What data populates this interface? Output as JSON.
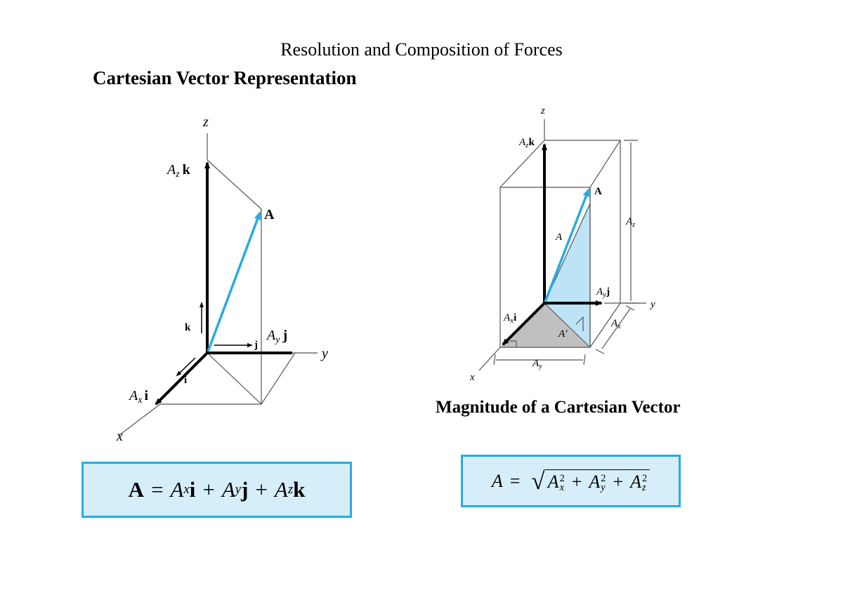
{
  "page": {
    "title": "Resolution and Composition of Forces"
  },
  "section1": {
    "title": "Cartesian Vector Representation"
  },
  "section2": {
    "title": "Magnitude of a Cartesian Vector"
  },
  "fig1": {
    "axis_z": "z",
    "axis_y": "y",
    "axis_x": "x",
    "comp_z": "A",
    "comp_z_sub": "z",
    "comp_z_unit": "k",
    "comp_y": "A",
    "comp_y_sub": "y",
    "comp_y_unit": "j",
    "comp_x": "A",
    "comp_x_sub": "x",
    "comp_x_unit": "i",
    "unit_k": "k",
    "unit_j": "j",
    "unit_i": "i",
    "vector": "A"
  },
  "fig2": {
    "axis_z": "z",
    "axis_y": "y",
    "axis_x": "x",
    "comp_z": "A",
    "comp_z_sub": "z",
    "comp_z_unit": "k",
    "comp_y": "A",
    "comp_y_sub": "y",
    "comp_y_unit": "j",
    "comp_x": "A",
    "comp_x_sub": "x",
    "comp_x_unit": "i",
    "vector": "A",
    "magnitude": "A",
    "proj": "A′",
    "dim_z": "A",
    "dim_z_sub": "z",
    "dim_x": "A",
    "dim_x_sub": "x",
    "dim_y": "A",
    "dim_y_sub": "y"
  },
  "eq1": {
    "lhs": "A",
    "eq": "=",
    "t1": "A",
    "t1_sub": "x",
    "t1_unit": "i",
    "plus1": "+",
    "t2": "A",
    "t2_sub": "y",
    "t2_unit": "j",
    "plus2": "+",
    "t3": "A",
    "t3_sub": "z",
    "t3_unit": "k"
  },
  "eq2": {
    "lhs": "A",
    "eq": "=",
    "root": "√",
    "t1": "A",
    "t1_sub": "x",
    "plus1": "+",
    "t2": "A",
    "t2_sub": "y",
    "plus2": "+",
    "t3": "A",
    "t3_sub": "z",
    "power": "2"
  },
  "colors": {
    "vector": "#29abe2",
    "box_border": "#29abe2",
    "box_fill": "#d6eef9",
    "shade_blue": "#bde3f6",
    "shade_gray": "#c0c0c0"
  }
}
